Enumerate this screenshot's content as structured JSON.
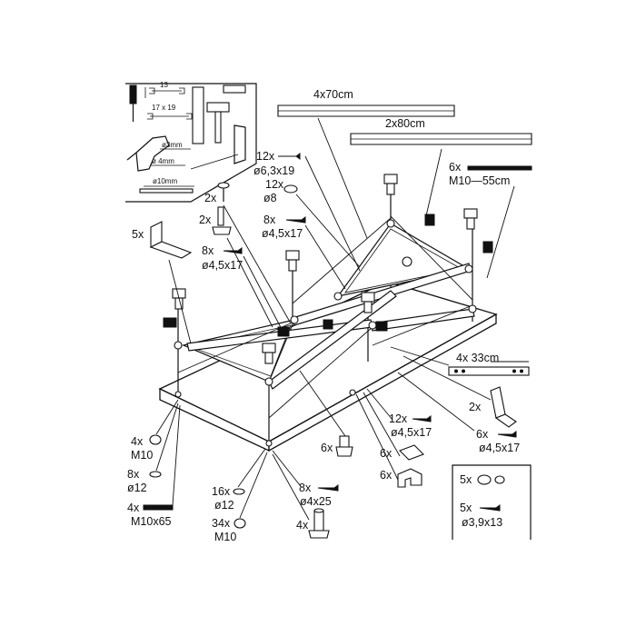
{
  "labels": {
    "rail_70": "4x70cm",
    "rail_80": "2x80cm",
    "rod_qty": "6x",
    "rod_size": "M10—55cm",
    "screw_63_qty": "12x",
    "screw_63_size": "ø6,3x19",
    "washer8_qty": "12x",
    "washer8_size": "ø8",
    "screw45a_qty": "8x",
    "screw45a_size": "ø4,5x17",
    "pin_qty": "2x",
    "bolt_qty": "2x",
    "angle_qty": "5x",
    "screw45b_qty": "8x",
    "screw45b_size": "ø4,5x17",
    "strip_label": "4x  33cm",
    "bracket_qty": "2x",
    "screw45c_qty": "12x",
    "screw45c_size": "ø4,5x17",
    "screw45d_qty": "6x",
    "screw45d_size": "ø4,5x17",
    "foot_qty": "6x",
    "clip1_qty": "6x",
    "clip2_qty": "6x",
    "nut_qty": "4x",
    "nut_size": "M10",
    "washer12a_qty": "8x",
    "washer12a_size": "ø12",
    "bolt65_qty": "4x",
    "bolt65_size": "M10x65",
    "washer12b_qty": "16x",
    "washer12b_size": "ø12",
    "nut34_qty": "34x",
    "nut34_size": "M10",
    "screw425_qty": "8x",
    "screw425_size": "ø4x25",
    "leg_qty": "4x",
    "box_cap_qty": "5x",
    "box_screw_qty": "5x",
    "box_screw_size": "ø3,9x13"
  },
  "tools": {
    "wrench1": "13",
    "wrench2": "17 x 19",
    "drill1": "ø3mm",
    "drill2": "ø 4mm",
    "drill3": "ø10mm"
  },
  "icons": [
    "screwdriver-icon",
    "wrench-icon",
    "hammer-icon",
    "saw-icon",
    "drill-icon",
    "tape-icon"
  ]
}
